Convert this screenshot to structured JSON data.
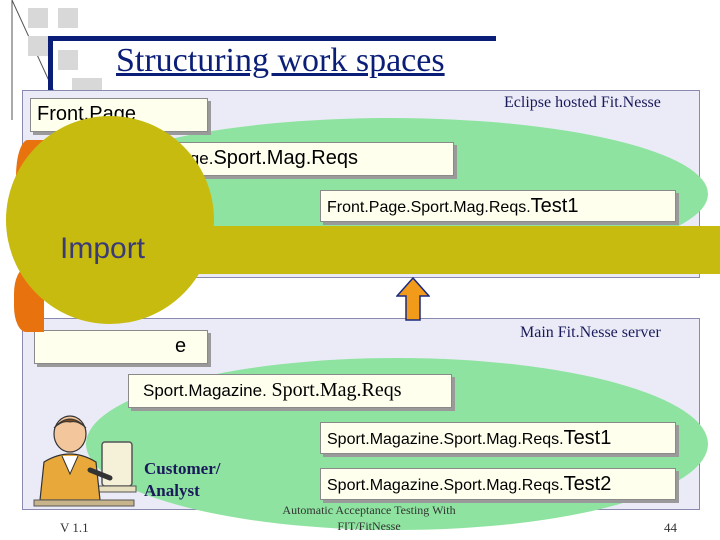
{
  "title": "Structuring work spaces",
  "eclipse_panel": {
    "label": "Eclipse hosted Fit.Nesse",
    "front_page": "Front.Page",
    "reqs_page_prefix": "Page.",
    "reqs_page_name": "Sport.Mag.Reqs",
    "test1_prefix": "Front.Page.Sport.Mag.Reqs.",
    "test1_name": "Test1"
  },
  "import_label": "Import",
  "main_panel": {
    "label": "Main Fit.Nesse server",
    "root_page_suffix": "e",
    "reqs_page_prefix": "Sport.Magazine. ",
    "reqs_page_name": "Sport.Mag.Reqs",
    "test1_prefix": "Sport.Magazine.Sport.Mag.Reqs.",
    "test1_name": "Test1",
    "test2_prefix": "Sport.Magazine.Sport.Mag.Reqs.",
    "test2_name": "Test2"
  },
  "user_label_line1": "Customer/",
  "user_label_line2": "Analyst",
  "footer": {
    "version": "V 1.1",
    "center_line1": "Automatic Acceptance Testing With",
    "center_line2": "FIT/FitNesse",
    "page_number": "44"
  },
  "colors": {
    "title": "#0a1e78",
    "ellipse": "#8fe3a0",
    "import_fill": "#c7bb10",
    "orange": "#e8720e",
    "page_box": "#ffffee"
  },
  "icons": {
    "arrow": "up-arrow-icon",
    "person": "person-at-computer-icon"
  }
}
